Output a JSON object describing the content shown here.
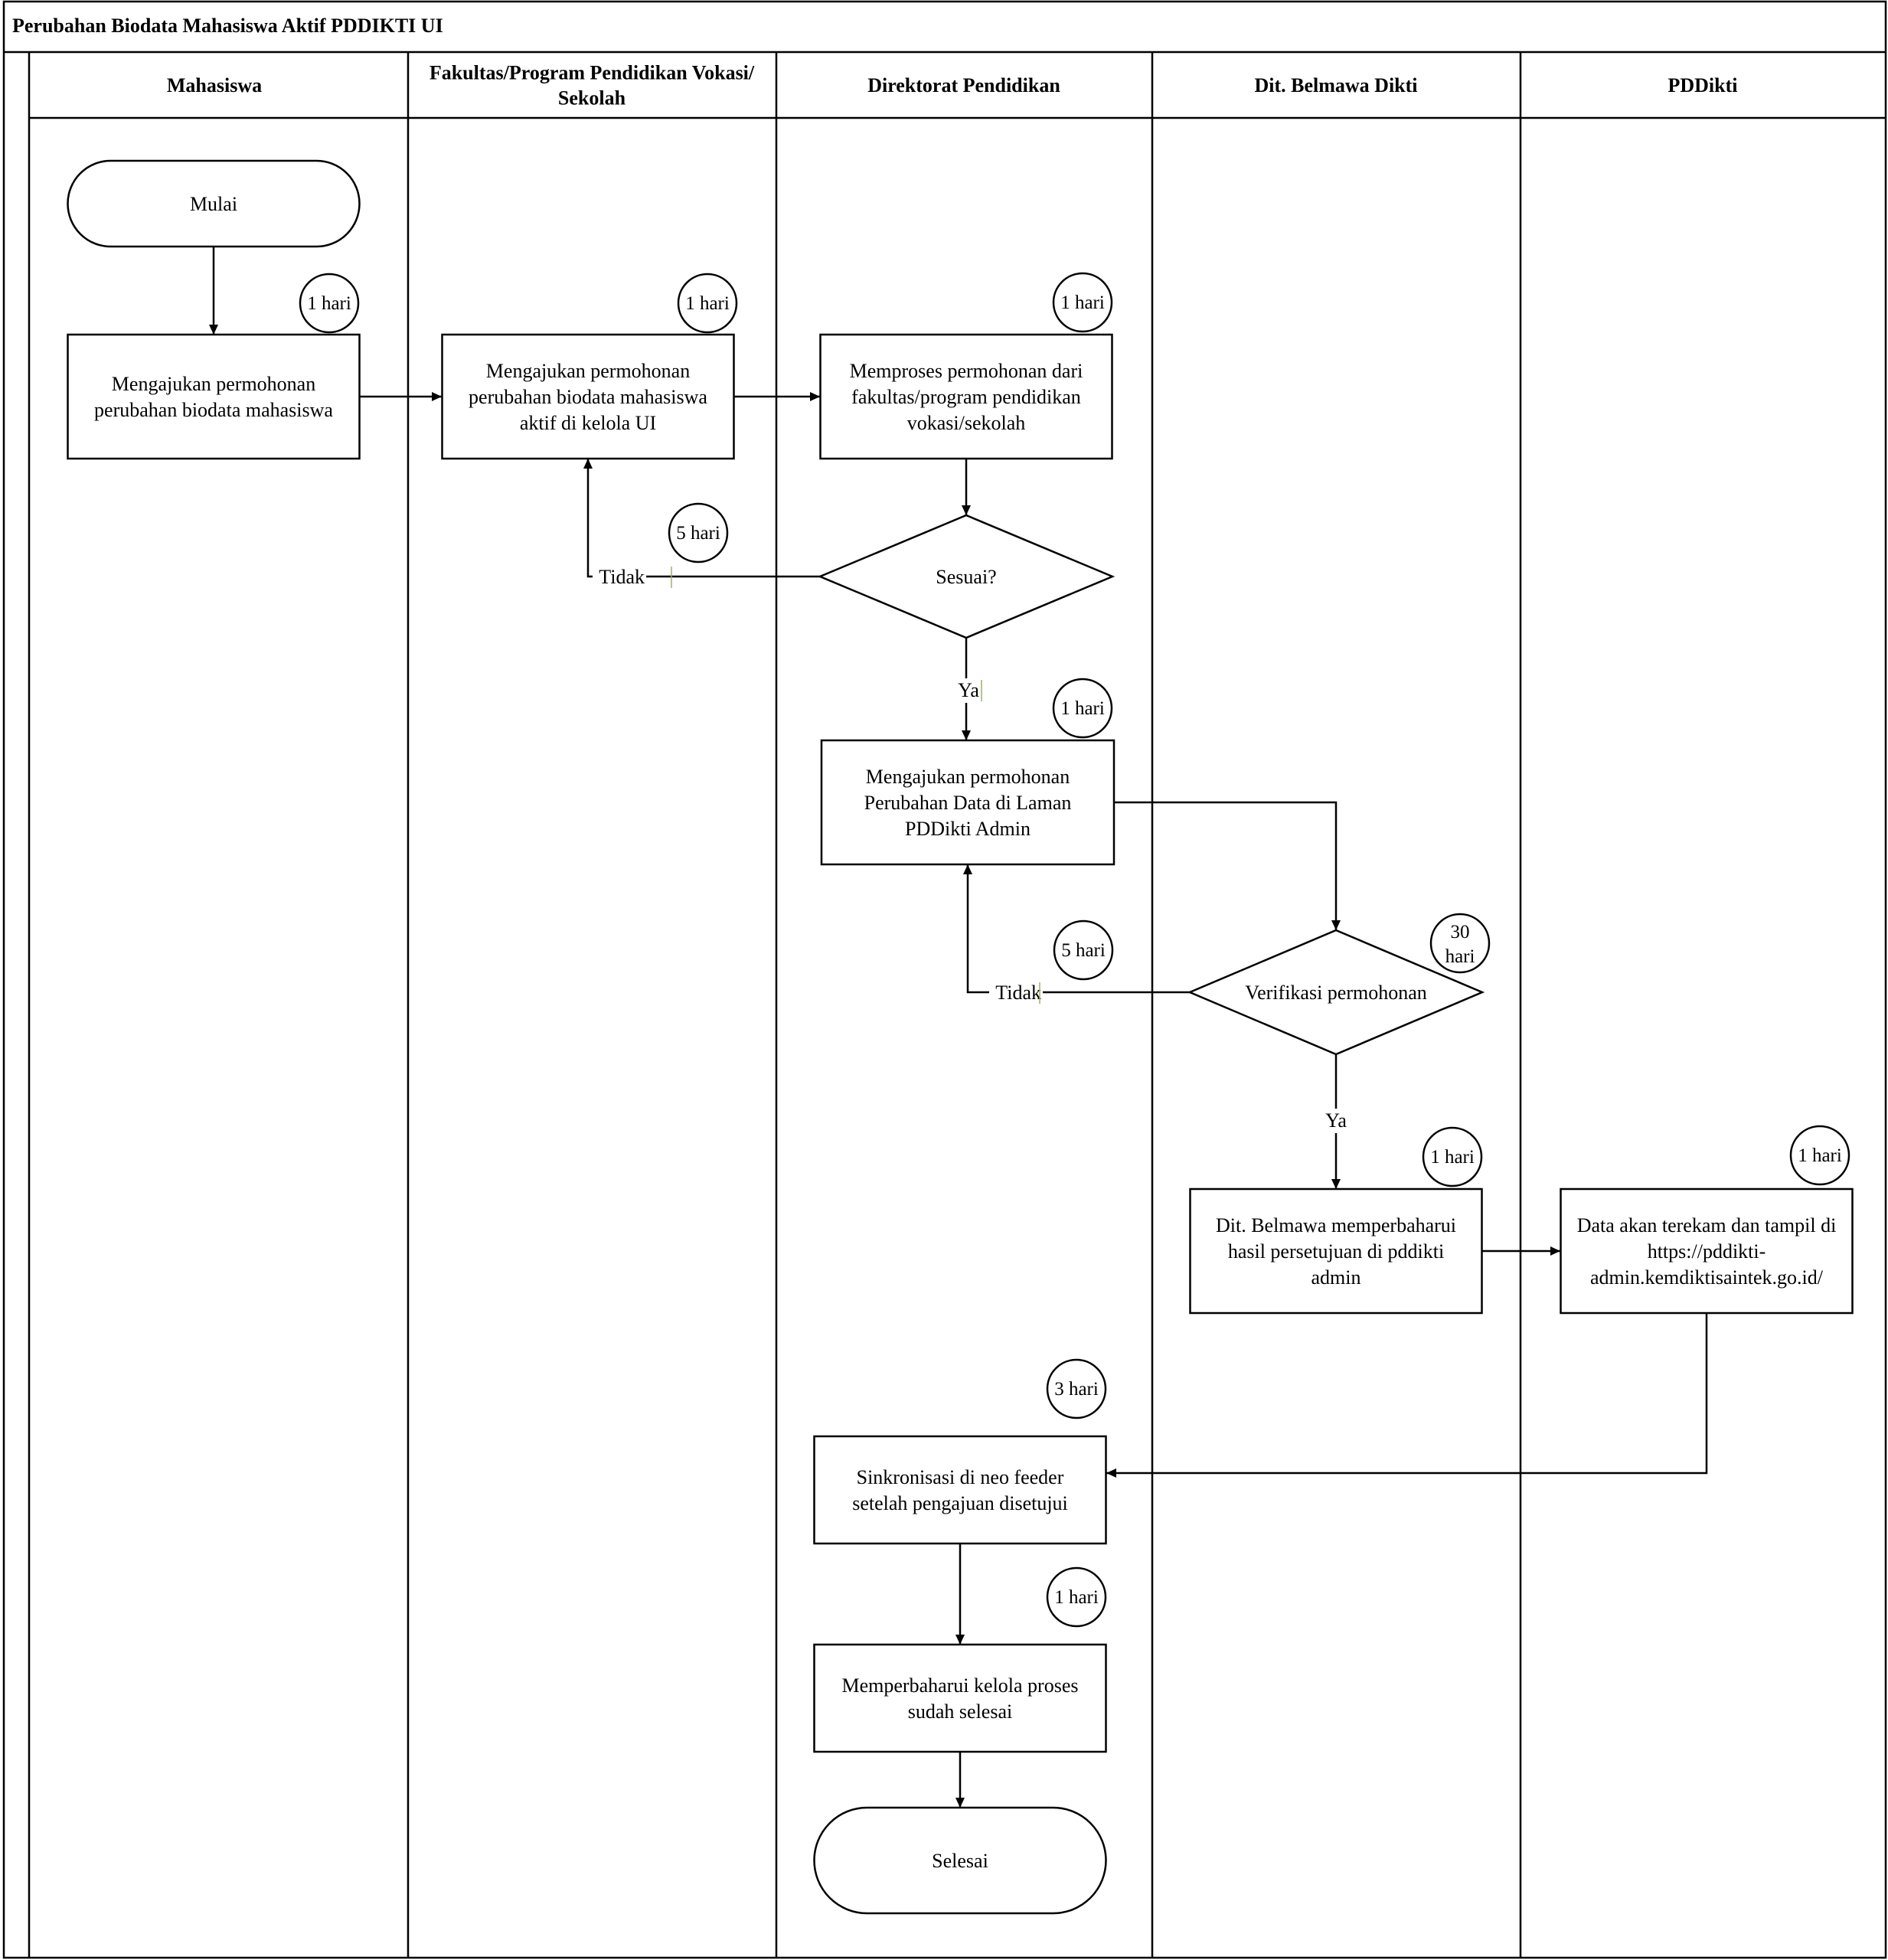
{
  "title": "Perubahan Biodata Mahasiswa Aktif PDDIKTI UI",
  "lanes": [
    {
      "id": "mahasiswa",
      "label_lines": [
        "Mahasiswa"
      ]
    },
    {
      "id": "fakultas",
      "label_lines": [
        "Fakultas/Program Pendidikan Vokasi/",
        "Sekolah"
      ]
    },
    {
      "id": "direktorat",
      "label_lines": [
        "Direktorat Pendidikan"
      ]
    },
    {
      "id": "belmawa",
      "label_lines": [
        "Dit. Belmawa Dikti"
      ]
    },
    {
      "id": "pddikti",
      "label_lines": [
        "PDDikti"
      ]
    }
  ],
  "nodes": [
    {
      "id": "start",
      "type": "terminator",
      "lane": "mahasiswa",
      "lines": [
        "Mulai"
      ]
    },
    {
      "id": "n1",
      "type": "process",
      "lane": "mahasiswa",
      "lines": [
        "Mengajukan permohonan",
        "perubahan biodata mahasiswa"
      ],
      "duration": "1 hari"
    },
    {
      "id": "n2",
      "type": "process",
      "lane": "fakultas",
      "lines": [
        "Mengajukan permohonan",
        "perubahan biodata mahasiswa",
        "aktif di kelola UI"
      ],
      "duration": "1 hari"
    },
    {
      "id": "n3",
      "type": "process",
      "lane": "direktorat",
      "lines": [
        "Memproses permohonan dari",
        "fakultas/program pendidikan",
        "vokasi/sekolah"
      ],
      "duration": "1 hari"
    },
    {
      "id": "d1",
      "type": "decision",
      "lane": "direktorat",
      "lines": [
        "Sesuai?"
      ]
    },
    {
      "id": "n4",
      "type": "process",
      "lane": "direktorat",
      "lines": [
        "Mengajukan permohonan",
        "Perubahan Data di Laman",
        "PDDikti Admin"
      ],
      "duration": "1 hari"
    },
    {
      "id": "d2",
      "type": "decision",
      "lane": "belmawa",
      "lines": [
        "Verifikasi permohonan"
      ],
      "duration_lines": [
        "30",
        "hari"
      ]
    },
    {
      "id": "n5",
      "type": "process",
      "lane": "belmawa",
      "lines": [
        "Dit. Belmawa memperbaharui",
        "hasil persetujuan di pddikti",
        "admin"
      ],
      "duration": "1 hari"
    },
    {
      "id": "n6",
      "type": "process",
      "lane": "pddikti",
      "lines": [
        "Data akan terekam dan tampil di",
        "https://pddikti-",
        "admin.kemdiktisaintek.go.id/"
      ],
      "duration": "1 hari"
    },
    {
      "id": "n7",
      "type": "process",
      "lane": "direktorat",
      "lines": [
        "Sinkronisasi di neo feeder",
        "setelah pengajuan disetujui"
      ],
      "duration": "3 hari"
    },
    {
      "id": "n8",
      "type": "process",
      "lane": "direktorat",
      "lines": [
        "Memperbaharui kelola proses",
        "sudah selesai"
      ],
      "duration": "1 hari"
    },
    {
      "id": "end",
      "type": "terminator",
      "lane": "direktorat",
      "lines": [
        "Selesai"
      ]
    }
  ],
  "edges": [
    {
      "from": "start",
      "to": "n1"
    },
    {
      "from": "n1",
      "to": "n2"
    },
    {
      "from": "n2",
      "to": "n3"
    },
    {
      "from": "n3",
      "to": "d1"
    },
    {
      "from": "d1",
      "to": "n2",
      "label": "Tidak",
      "duration": "5 hari"
    },
    {
      "from": "d1",
      "to": "n4",
      "label": "Ya"
    },
    {
      "from": "n4",
      "to": "d2"
    },
    {
      "from": "d2",
      "to": "n4",
      "label": "Tidak",
      "duration": "5 hari"
    },
    {
      "from": "d2",
      "to": "n5",
      "label": "Ya"
    },
    {
      "from": "n5",
      "to": "n6"
    },
    {
      "from": "n6",
      "to": "n7"
    },
    {
      "from": "n7",
      "to": "n8"
    },
    {
      "from": "n8",
      "to": "end"
    }
  ]
}
